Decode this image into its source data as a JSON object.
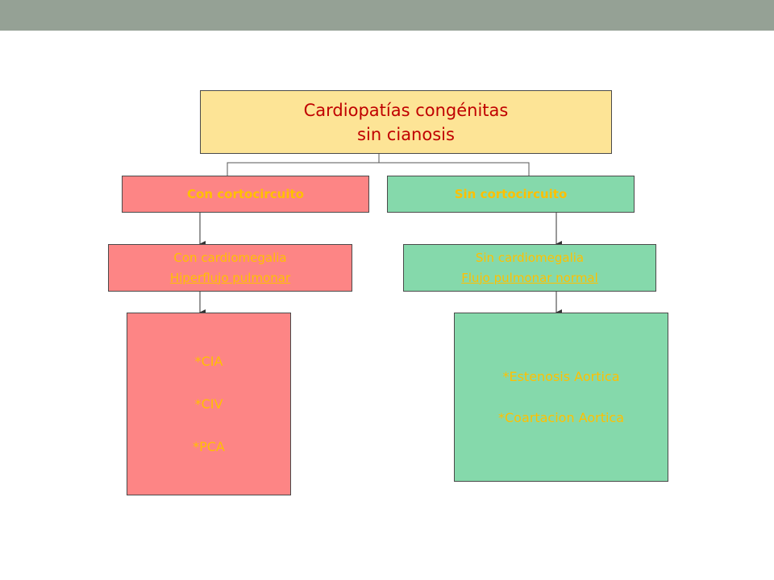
{
  "root": {
    "line1": "Cardiopatías congénitas",
    "line2": "sin cianosis"
  },
  "branches": {
    "left": {
      "label": "Con cortocircuito",
      "sub_line1": "Con cardiomegalia",
      "sub_line2": "Hiperflujo pulmonar",
      "leaf_items": [
        "*CIA",
        "*CIV",
        "*PCA"
      ]
    },
    "right": {
      "label": "Sin cortocircuito",
      "sub_line1": "Sin cardiomegalia",
      "sub_line2": "Flujo pulmonar normal",
      "leaf_items": [
        "*Estenosis Aortica",
        "*Coartacion Aortica"
      ]
    }
  },
  "colors": {
    "top_bar": "#95a195",
    "root_fill": "#fde496",
    "root_text": "#c00000",
    "left_fill": "#fd8585",
    "right_fill": "#85d9ab",
    "branch_text": "#ffc000"
  }
}
